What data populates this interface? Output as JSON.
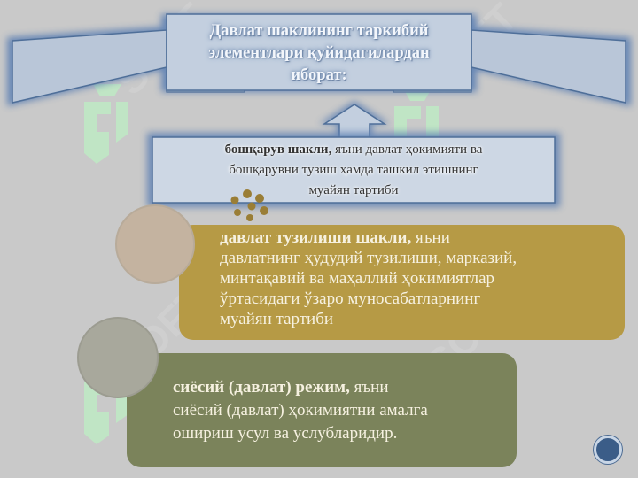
{
  "title": {
    "line1": "Давлат шаклининг таркибий",
    "line2": "элементлари қуйидагилардан",
    "line3": "иборат:"
  },
  "form_of_government": {
    "term": "бошқарув шакли,",
    "text_line1": " яъни давлат ҳокимияти ва",
    "text_line2": "бошқарувни тузиш ҳамда ташкил этишнинг",
    "text_line3": "муайян тартиби"
  },
  "state_structure": {
    "term": "давлат тузилиши шакли,",
    "text_line1": " яъни",
    "text_line2": "давлатнинг ҳудудий тузилиши, марказий,",
    "text_line3": "минтақавий ва маҳаллий ҳокимиятлар",
    "text_line4": "ўртасидаги ўзаро муносабатларнинг",
    "text_line5": "муайян тартиби"
  },
  "political_regime": {
    "term": "сиёсий (давлат) режим,",
    "text_line1": " яъни",
    "text_line2": "сиёсий (давлат) ҳокимиятни амалга",
    "text_line3": "ошириш усул ва услубларидир."
  },
  "watermark": "SOFT",
  "colors": {
    "background": "#c9c9c9",
    "card_structure": "#b69a45",
    "card_regime": "#7b835b",
    "banner_fill": "#b9c6d8",
    "banner_glow": "#5d80b3",
    "watermark_green": "#bfe8c4",
    "nav_button": "#3b5d88"
  },
  "icons": {
    "nav": "circle-nav-icon",
    "dots": "dots-cluster-icon",
    "watermark": "soft-logo-icon"
  }
}
